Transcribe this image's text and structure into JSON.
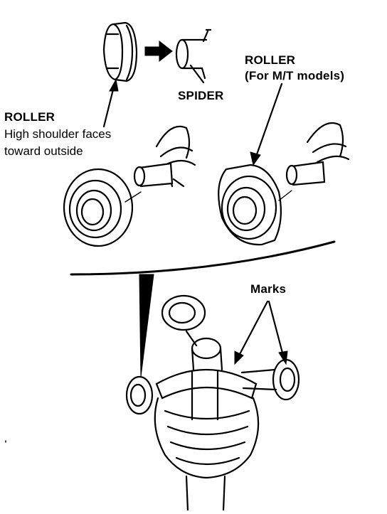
{
  "labels": {
    "spider": "SPIDER",
    "roller_mt_line1": "ROLLER",
    "roller_mt_line2": "(For M/T models)",
    "roller_left_title": "ROLLER",
    "roller_left_line2": "High shoulder faces",
    "roller_left_line3": "toward outside",
    "marks": "Marks"
  }
}
